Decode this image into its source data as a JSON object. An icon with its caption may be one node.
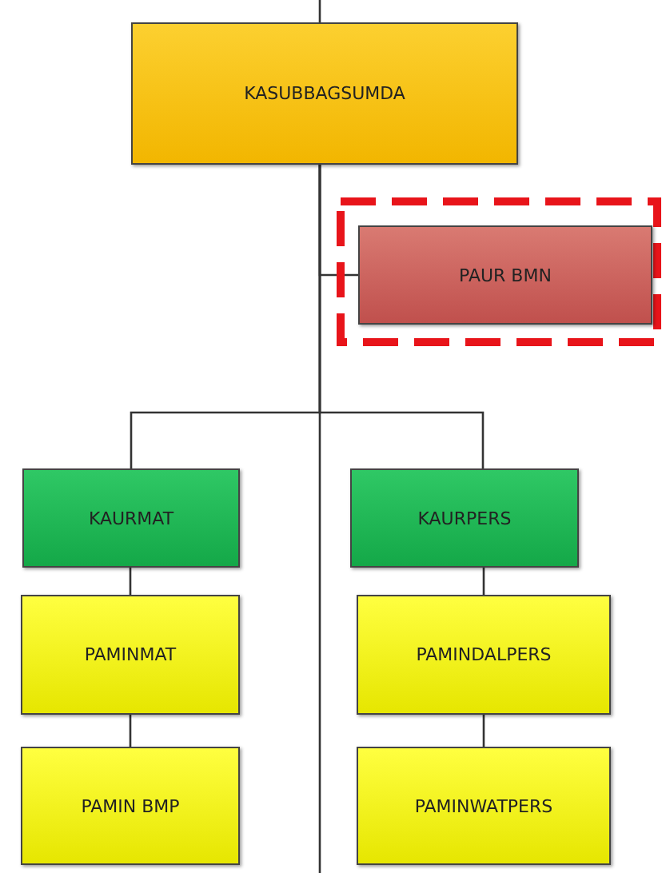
{
  "diagram": {
    "nodes": [
      {
        "text": [
          "KASUBBAGSUMDA"
        ]
      },
      {
        "text": [
          "PAUR BMN"
        ]
      },
      {
        "text": [
          "KAURMAT"
        ]
      },
      {
        "text": [
          "KAURPERS"
        ]
      },
      {
        "text": [
          "PAMINMAT"
        ]
      },
      {
        "text": [
          "PAMINDALPERS"
        ]
      },
      {
        "text": [
          "PAMIN BMP"
        ]
      },
      {
        "text": [
          "PAMINWATPERS"
        ]
      }
    ],
    "edges": [
      {
        "from": null,
        "to": 0,
        "arrow": "none"
      },
      {
        "from": 0,
        "to": null,
        "arrow": "none"
      },
      {
        "from": 0,
        "to": 1,
        "arrow": "none"
      },
      {
        "from": 0,
        "to": 2,
        "arrow": "none"
      },
      {
        "from": 0,
        "to": 3,
        "arrow": "none"
      },
      {
        "from": 2,
        "to": 4,
        "arrow": "none"
      },
      {
        "from": 4,
        "to": 6,
        "arrow": "none"
      },
      {
        "from": 3,
        "to": 5,
        "arrow": "none"
      },
      {
        "from": 5,
        "to": 7,
        "arrow": "none"
      }
    ]
  }
}
